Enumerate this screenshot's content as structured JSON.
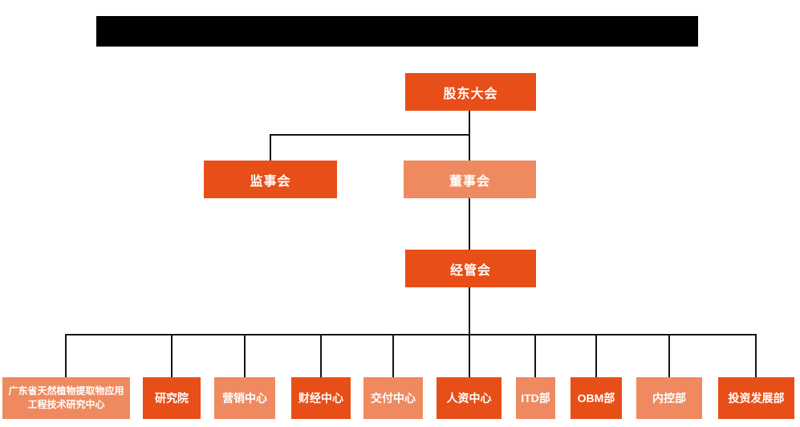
{
  "page": {
    "background": "#ffffff"
  },
  "redaction_bar": {
    "description": "solid black bar covering the chart title",
    "color": "#000000"
  },
  "colors": {
    "primary_box": "#e84e17",
    "secondary_box": "#ef8a60",
    "box_text": "#ffffff",
    "connector": "#141414",
    "redaction": "#000000"
  },
  "org_chart": {
    "type": "organization-tree",
    "nodes": [
      {
        "id": "shareholders-meeting",
        "label": "股东大会",
        "style": "primary",
        "reports_to": null
      },
      {
        "id": "supervisory-board",
        "label": "监事会",
        "style": "primary",
        "reports_to": "股东大会"
      },
      {
        "id": "board-of-directors",
        "label": "董事会",
        "style": "secondary",
        "reports_to": "股东大会"
      },
      {
        "id": "management-committee",
        "label": "经管会",
        "style": "primary",
        "reports_to": "董事会"
      },
      {
        "id": "research-center",
        "label": "广东省天然植物提取物应用工程技术研究中心",
        "style": "secondary",
        "reports_to": "经管会"
      },
      {
        "id": "research-institute",
        "label": "研究院",
        "style": "primary",
        "reports_to": "经管会"
      },
      {
        "id": "marketing-center",
        "label": "营销中心",
        "style": "secondary",
        "reports_to": "经管会"
      },
      {
        "id": "finance-center",
        "label": "财经中心",
        "style": "primary",
        "reports_to": "经管会"
      },
      {
        "id": "delivery-center",
        "label": "交付中心",
        "style": "secondary",
        "reports_to": "经管会"
      },
      {
        "id": "hr-center",
        "label": "人资中心",
        "style": "primary",
        "reports_to": "经管会"
      },
      {
        "id": "itd-dept",
        "label": "ITD部",
        "style": "secondary",
        "reports_to": "经管会"
      },
      {
        "id": "obm-dept",
        "label": "OBM部",
        "style": "primary",
        "reports_to": "经管会"
      },
      {
        "id": "internal-control-dept",
        "label": "内控部",
        "style": "secondary",
        "reports_to": "经管会"
      },
      {
        "id": "investment-development-dept",
        "label": "投资发展部",
        "style": "primary",
        "reports_to": "经管会"
      }
    ]
  }
}
